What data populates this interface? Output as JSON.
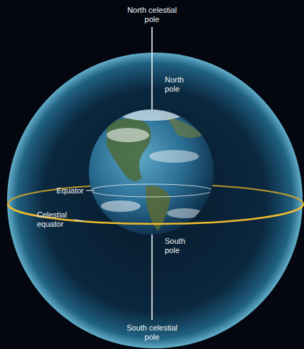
{
  "diagram": {
    "labels": [
      "North celestial pole",
      "North pole",
      "Equator",
      "Celestial equator",
      "South pole",
      "South celestial pole"
    ]
  }
}
